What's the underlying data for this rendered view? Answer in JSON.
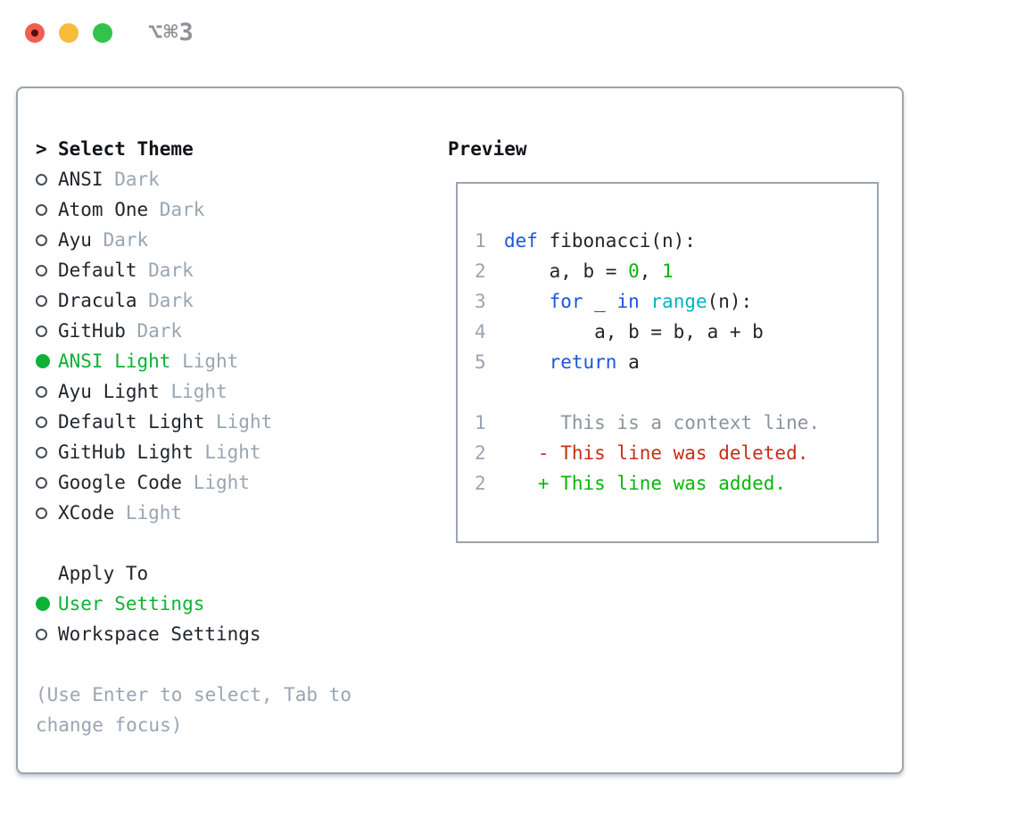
{
  "window": {
    "title": "⌥⌘3"
  },
  "traffic_lights": {
    "close_color": "#f25e52",
    "minimize_color": "#f6bc3a",
    "maximize_color": "#35c24c"
  },
  "colors": {
    "accent_green": "#0cb236",
    "keyword_blue": "#1a56db",
    "builtin_cyan": "#00b4c4",
    "number_green": "#0bb50b",
    "deleted_red": "#c62f16",
    "muted_gray": "#9aa5b2",
    "border_gray": "#9aa3ae",
    "text_dark": "#21262c"
  },
  "theme_picker": {
    "header_prefix": ">",
    "header": "Select Theme",
    "items": [
      {
        "name": "ANSI",
        "variant": "Dark",
        "selected": false
      },
      {
        "name": "Atom One",
        "variant": "Dark",
        "selected": false
      },
      {
        "name": "Ayu",
        "variant": "Dark",
        "selected": false
      },
      {
        "name": "Default",
        "variant": "Dark",
        "selected": false
      },
      {
        "name": "Dracula",
        "variant": "Dark",
        "selected": false
      },
      {
        "name": "GitHub",
        "variant": "Dark",
        "selected": false
      },
      {
        "name": "ANSI Light",
        "variant": "Light",
        "selected": true
      },
      {
        "name": "Ayu Light",
        "variant": "Light",
        "selected": false
      },
      {
        "name": "Default Light",
        "variant": "Light",
        "selected": false
      },
      {
        "name": "GitHub Light",
        "variant": "Light",
        "selected": false
      },
      {
        "name": "Google Code",
        "variant": "Light",
        "selected": false
      },
      {
        "name": "XCode",
        "variant": "Light",
        "selected": false
      }
    ]
  },
  "apply_to": {
    "header": "Apply To",
    "options": [
      {
        "label": "User Settings",
        "selected": true
      },
      {
        "label": "Workspace Settings",
        "selected": false
      }
    ]
  },
  "help": {
    "lines": [
      "(Use Enter to select, Tab to",
      "change focus)"
    ]
  },
  "preview": {
    "header": "Preview",
    "code_lines": [
      {
        "no": "1",
        "tokens": [
          {
            "text": "def",
            "type": "keyword"
          },
          {
            "text": " fibonacci(n):",
            "type": "plain"
          }
        ]
      },
      {
        "no": "2",
        "tokens": [
          {
            "text": "    a, b = ",
            "type": "plain"
          },
          {
            "text": "0",
            "type": "number"
          },
          {
            "text": ", ",
            "type": "plain"
          },
          {
            "text": "1",
            "type": "number"
          }
        ]
      },
      {
        "no": "3",
        "tokens": [
          {
            "text": "    ",
            "type": "plain"
          },
          {
            "text": "for",
            "type": "keyword"
          },
          {
            "text": " _ ",
            "type": "plain"
          },
          {
            "text": "in",
            "type": "keyword"
          },
          {
            "text": " ",
            "type": "plain"
          },
          {
            "text": "range",
            "type": "builtin"
          },
          {
            "text": "(n):",
            "type": "plain"
          }
        ]
      },
      {
        "no": "4",
        "tokens": [
          {
            "text": "        a, b = b, a + b",
            "type": "plain"
          }
        ]
      },
      {
        "no": "5",
        "tokens": [
          {
            "text": "    ",
            "type": "plain"
          },
          {
            "text": "return",
            "type": "keyword"
          },
          {
            "text": " a",
            "type": "plain"
          }
        ]
      },
      {
        "no": "",
        "tokens": []
      },
      {
        "no": "1",
        "tokens": [
          {
            "text": "     This is a context line.",
            "type": "context"
          }
        ]
      },
      {
        "no": "2",
        "tokens": [
          {
            "text": "   - This line was deleted.",
            "type": "deleted"
          }
        ]
      },
      {
        "no": "2",
        "tokens": [
          {
            "text": "   + This line was added.",
            "type": "added"
          }
        ]
      }
    ]
  }
}
